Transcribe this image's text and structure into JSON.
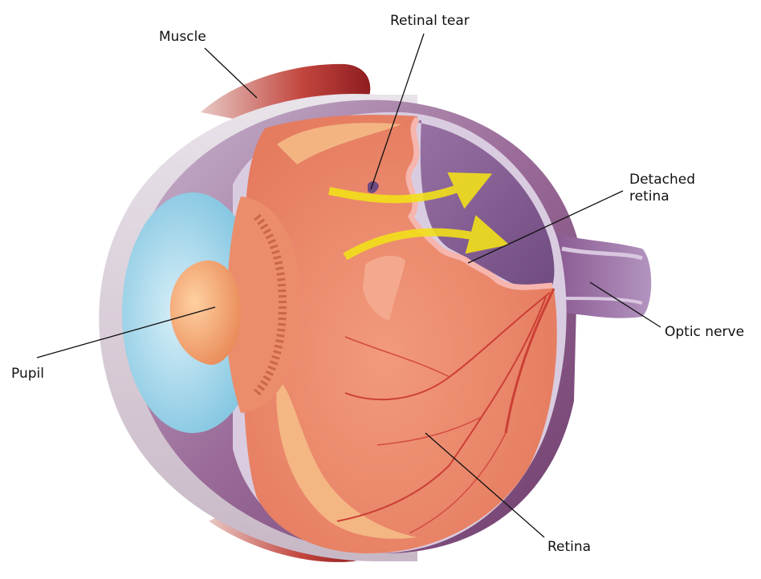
{
  "labels": {
    "muscle": "Muscle",
    "retinal_tear": "Retinal tear",
    "detached_retina_line1": "Detached",
    "detached_retina_line2": "retina",
    "optic_nerve": "Optic nerve",
    "pupil": "Pupil",
    "retina": "Retina"
  },
  "colors": {
    "sclera_purple": "#8e5a8a",
    "sclera_light": "#d9c9dc",
    "retina_orange": "#ee8a70",
    "lens_blue": "#9fd3ea",
    "iris_orange": "#f3a36e",
    "muscle_red": "#b3282a",
    "arrow_yellow": "#f2e01a",
    "vessel_red": "#cc3f35"
  }
}
